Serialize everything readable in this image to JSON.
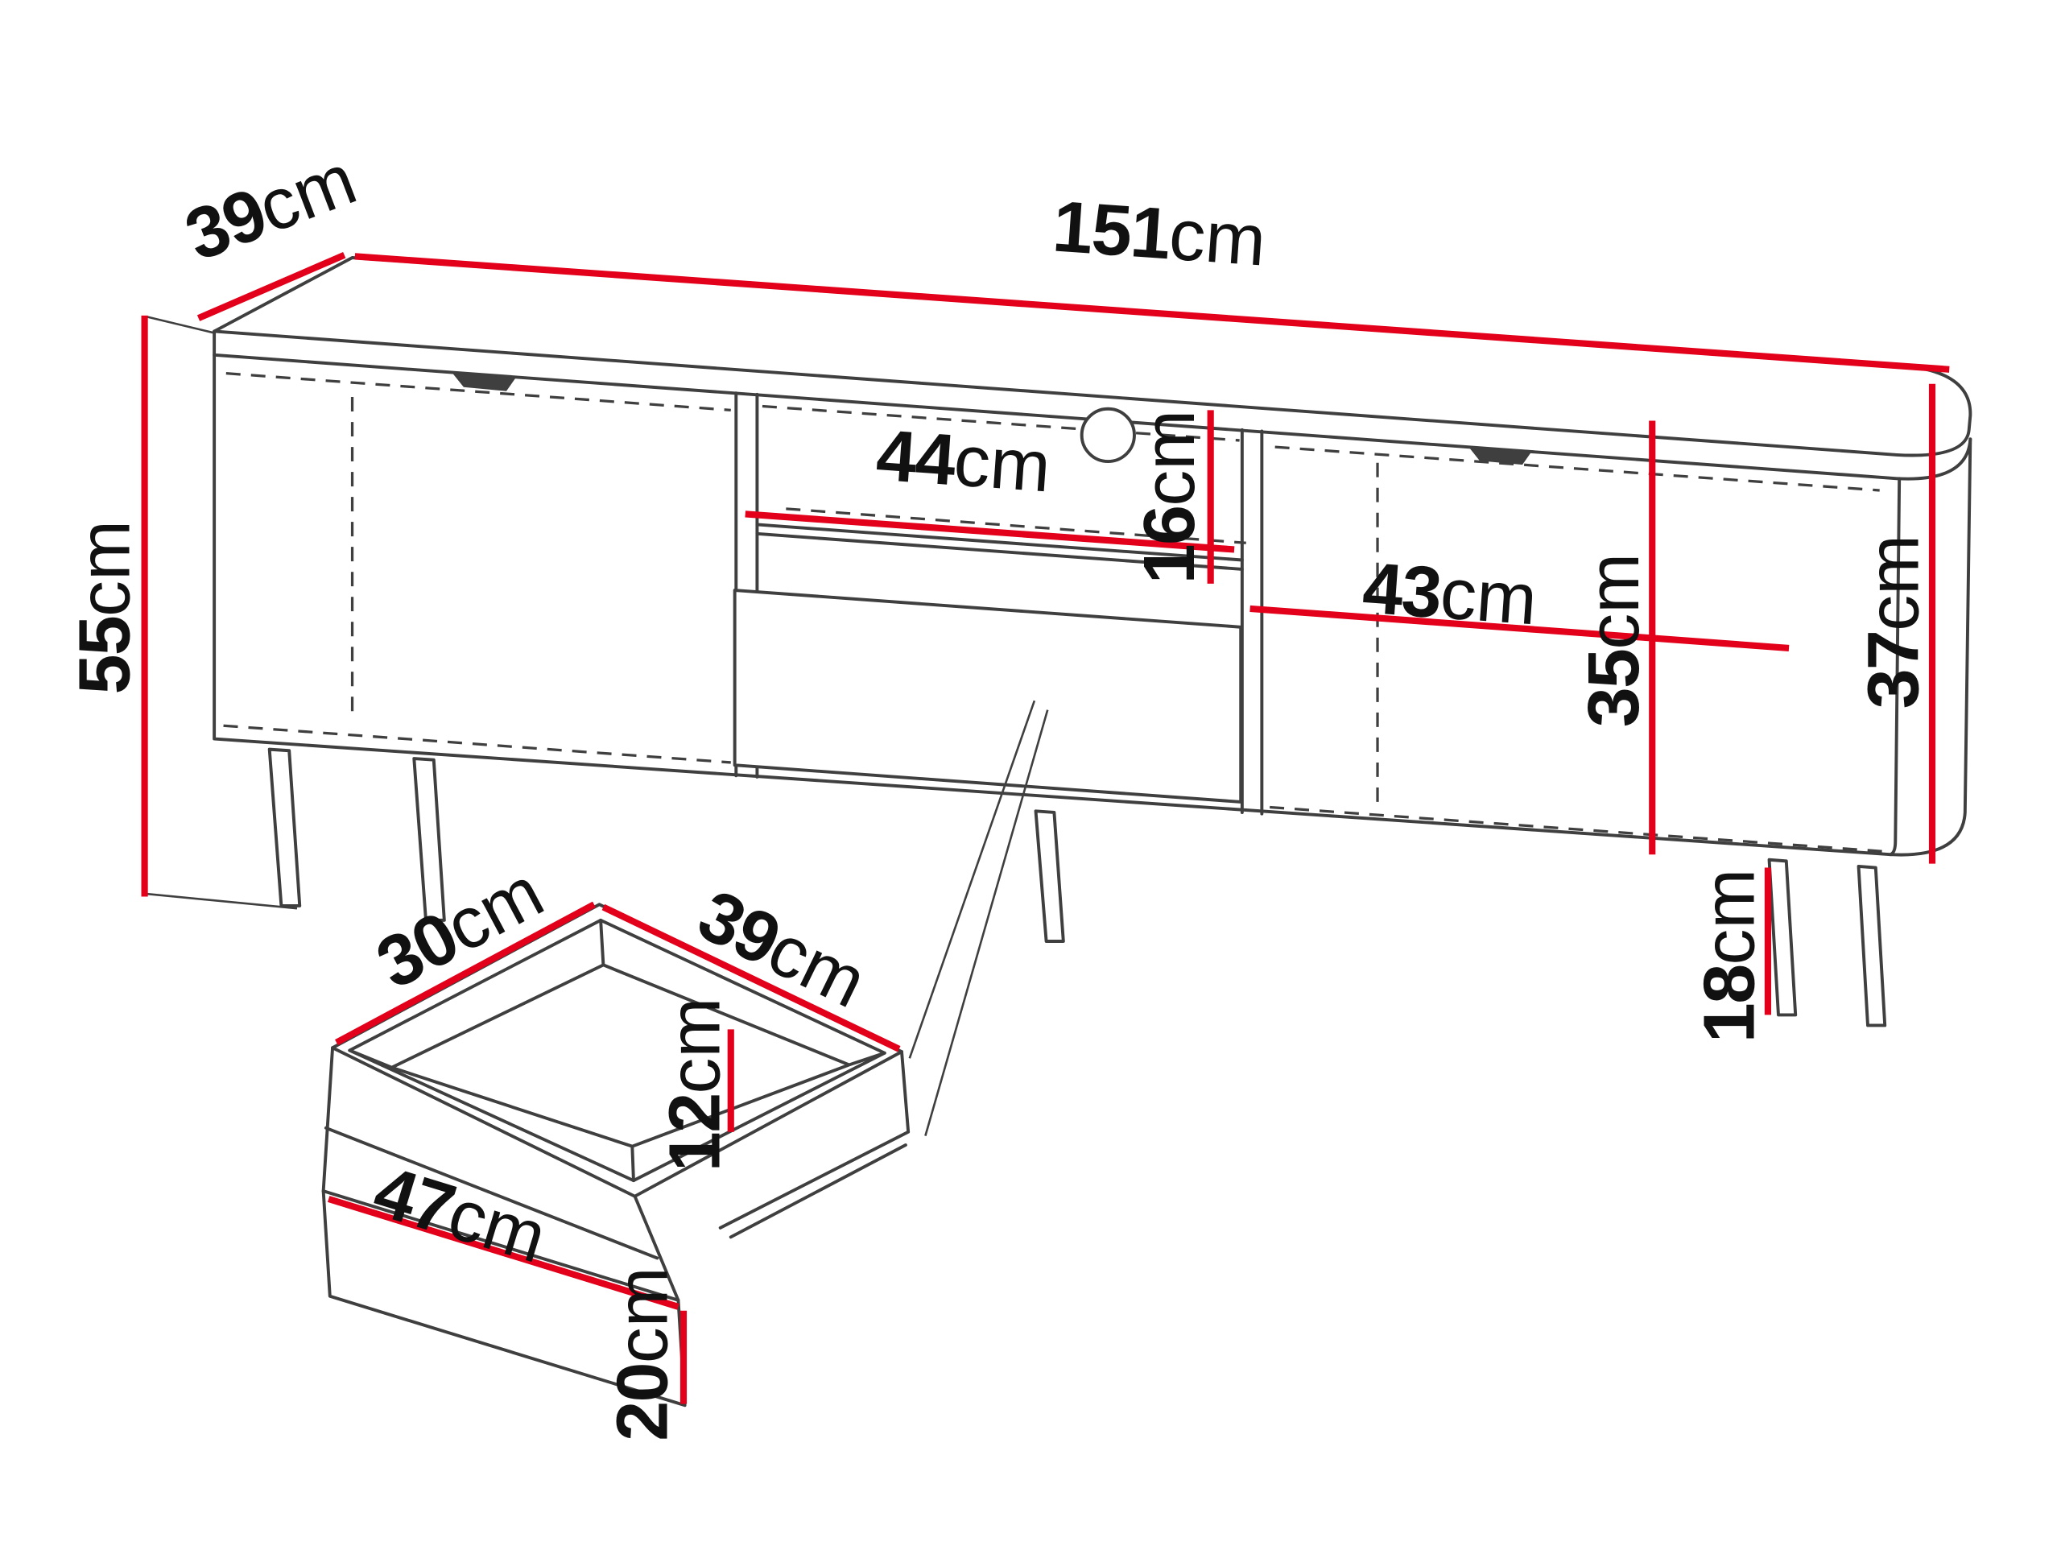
{
  "diagram": {
    "type": "furniture-dimension-diagram",
    "unit": "cm",
    "colors": {
      "dimension_line": "#e2001a",
      "outline": "#3f3f3f",
      "background": "#ffffff",
      "label_text": "#111111"
    },
    "cabinet": {
      "width": {
        "value": "151",
        "unit": "cm"
      },
      "depth": {
        "value": "39",
        "unit": "cm"
      },
      "height": {
        "value": "55",
        "unit": "cm"
      },
      "niche_width": {
        "value": "44",
        "unit": "cm"
      },
      "niche_height": {
        "value": "16",
        "unit": "cm"
      },
      "right_compartment_width": {
        "value": "43",
        "unit": "cm"
      },
      "right_compartment_height": {
        "value": "35",
        "unit": "cm"
      },
      "interior_height": {
        "value": "37",
        "unit": "cm"
      },
      "leg_height": {
        "value": "18",
        "unit": "cm"
      }
    },
    "drawer": {
      "depth": {
        "value": "30",
        "unit": "cm"
      },
      "width": {
        "value": "39",
        "unit": "cm"
      },
      "interior_height": {
        "value": "12",
        "unit": "cm"
      },
      "front_width": {
        "value": "47",
        "unit": "cm"
      },
      "front_height": {
        "value": "20",
        "unit": "cm"
      }
    }
  }
}
